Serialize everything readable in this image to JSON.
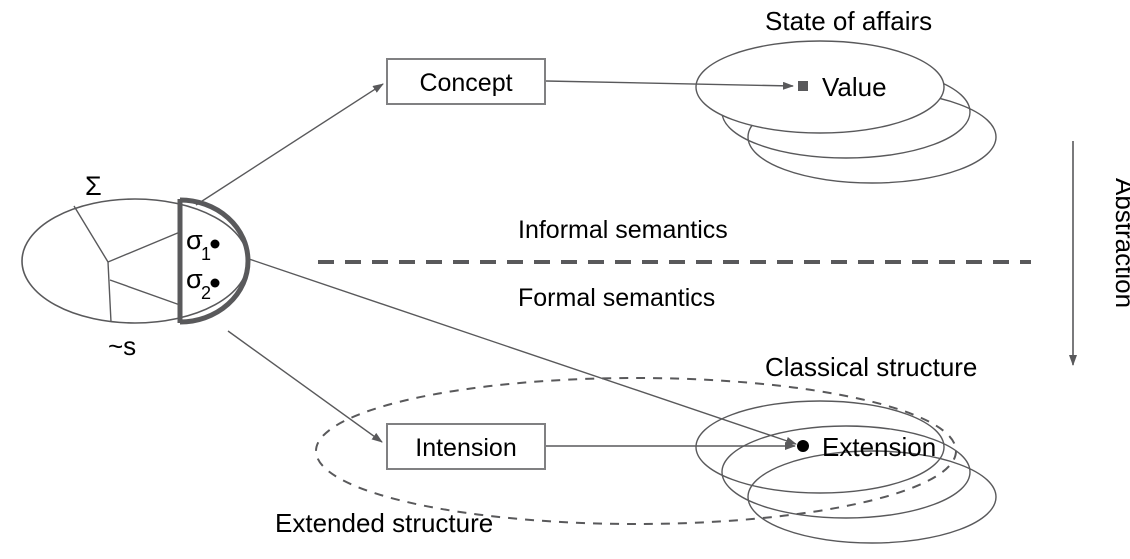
{
  "diagram": {
    "title_state_of_affairs": "State of affairs",
    "title_classical_structure": "Classical structure",
    "title_extended_structure": "Extended structure",
    "divider_above_label": "Informal semantics",
    "divider_below_label": "Formal semantics",
    "abstraction_label": "Abstraction",
    "nodes": {
      "concept": "Concept",
      "value": "Value",
      "intension": "Intension",
      "extension": "Extension"
    },
    "situation": {
      "sigma_label": "Σ",
      "s_label": "~s",
      "items": [
        {
          "symbol": "σ",
          "subscript": "1"
        },
        {
          "symbol": "σ",
          "subscript": "2"
        }
      ]
    },
    "colors": {
      "line": "#59595b",
      "box_border": "#808082",
      "text": "#000000",
      "background": "#ffffff"
    }
  }
}
